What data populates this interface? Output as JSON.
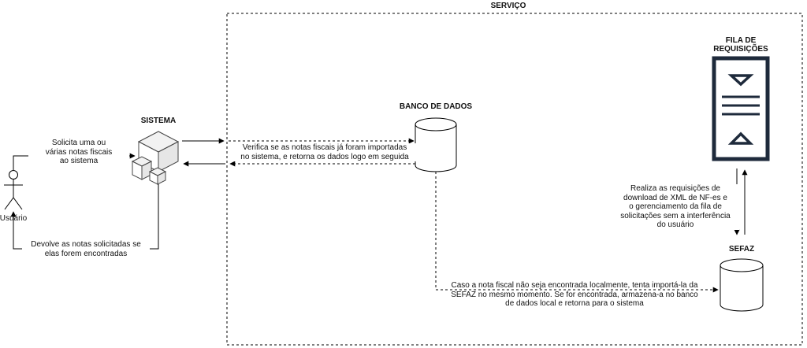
{
  "servico": {
    "title": "SERVIÇO"
  },
  "usuario": {
    "label": "Usuário"
  },
  "sistema": {
    "title": "SISTEMA"
  },
  "banco": {
    "title": "BANCO DE DADOS"
  },
  "fila": {
    "title": "FILA DE\nREQUISIÇÕES"
  },
  "sefaz": {
    "title": "SEFAZ"
  },
  "edges": {
    "solicita": "Solicita uma ou\nvárias notas fiscais\nao sistema",
    "devolve": "Devolve as notas solicitadas se\nelas forem encontradas",
    "verifica": "Verifica se as notas fiscais já foram importadas\nno sistema, e retorna os dados logo em seguida",
    "realiza": "Realiza as requisições de\ndownload de XML de NF-es e\no gerenciamento da fila de\nsolicitações sem a interferência\ndo usuário",
    "caso": "Caso a nota fiscal não seja encontrada localmente, tenta importá-la da\nSEFAZ no mesmo momento. Se for encontrada, armazena-a no banco\nde dados local e retorna para o sistema"
  },
  "colors": {
    "stroke": "#000000",
    "fill": "#ffffff",
    "fila_border": "#1e2a3b"
  },
  "icons": [
    "person-icon",
    "cubes-icon",
    "database-icon",
    "queue-icon",
    "database-icon"
  ]
}
